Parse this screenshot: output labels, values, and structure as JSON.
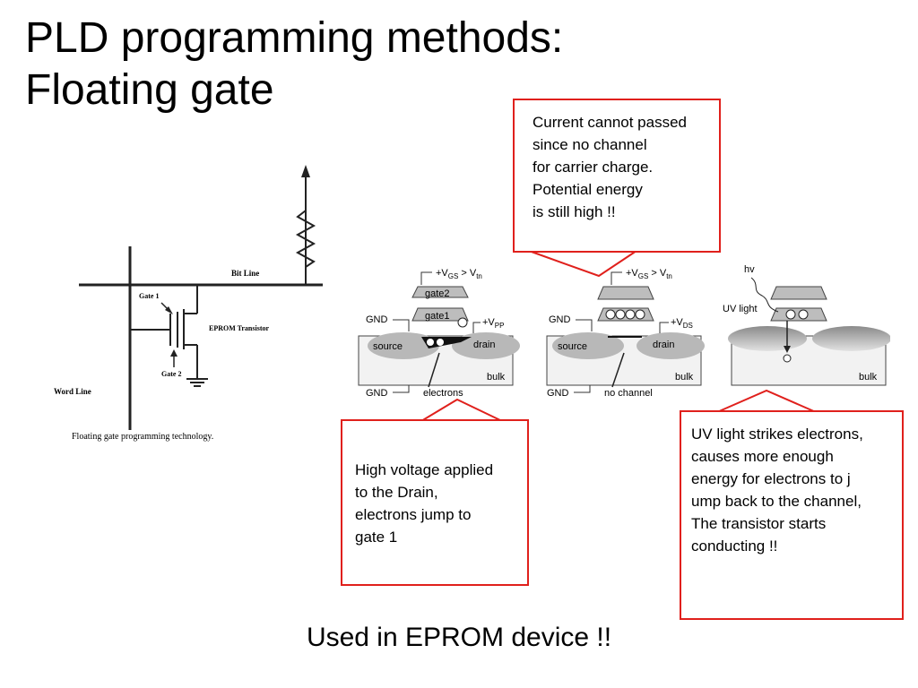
{
  "slide": {
    "title_line1": "PLD programming methods:",
    "title_line2": "Floating gate",
    "footer": "Used in EPROM device !!"
  },
  "callouts": {
    "top": [
      "Current cannot passed",
      "since no channel",
      "for carrier charge.",
      "Potential energy",
      "is still high !!"
    ],
    "left": [
      "High voltage applied",
      "to the Drain,",
      "electrons jump to",
      "gate 1"
    ],
    "right": [
      "UV light strikes electrons,",
      "causes more enough",
      "energy for electrons to j",
      "ump back to the channel,",
      "The transistor starts",
      "conducting !!"
    ]
  },
  "circuit": {
    "bit_line": "Bit Line",
    "gate1": "Gate 1",
    "gate2": "Gate 2",
    "eprom": "EPROM Transistor",
    "word_line": "Word Line",
    "caption": "Floating gate programming technology."
  },
  "device1": {
    "vgs": "+V",
    "vgs_sub": "GS",
    "vgs_rest": " > V",
    "vgs_sub2": "tn",
    "gate2": "gate2",
    "gate1": "gate1",
    "gnd_top": "GND",
    "vpp": "+V",
    "vpp_sub": "PP",
    "source": "source",
    "drain": "drain",
    "bulk": "bulk",
    "gnd_bottom": "GND",
    "electrons": "electrons"
  },
  "device2": {
    "vgs": "+V",
    "vgs_sub": "GS",
    "vgs_rest": " > V",
    "vgs_sub2": "tn",
    "gnd_top": "GND",
    "vds": "+V",
    "vds_sub": "DS",
    "source": "source",
    "drain": "drain",
    "bulk": "bulk",
    "gnd_bottom": "GND",
    "no_channel": "no channel"
  },
  "device3": {
    "hv": "hv",
    "uv_light": "UV light",
    "bulk": "bulk"
  },
  "colors": {
    "callout_border": "#e0201c"
  }
}
